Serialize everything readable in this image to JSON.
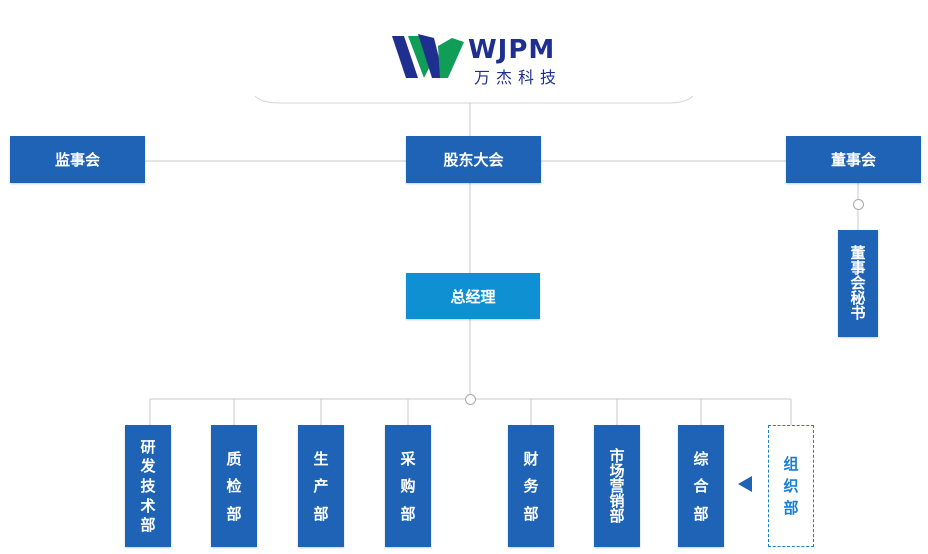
{
  "logo": {
    "brand": "WJPM",
    "name_cn": "万杰科技"
  },
  "top": {
    "supervisory": "监事会",
    "shareholders": "股东大会",
    "board": "董事会"
  },
  "board_secretary": [
    "董",
    "事",
    "会",
    "秘",
    "书"
  ],
  "general_manager": "总经理",
  "departments": [
    {
      "chars": [
        "研",
        "发",
        "技",
        "术",
        "部"
      ]
    },
    {
      "chars": [
        "质",
        "检",
        "部"
      ]
    },
    {
      "chars": [
        "生",
        "产",
        "部"
      ]
    },
    {
      "chars": [
        "采",
        "购",
        "部"
      ]
    },
    {
      "chars": [
        "财",
        "务",
        "部"
      ]
    },
    {
      "chars": [
        "市",
        "场",
        "营",
        "销",
        "部"
      ]
    },
    {
      "chars": [
        "综",
        "合",
        "部"
      ]
    },
    {
      "chars": [
        "组",
        "织",
        "部"
      ]
    }
  ],
  "colors": {
    "box": "#1e63b5",
    "gm": "#0e90d2",
    "highlight": "#1a7fd0",
    "logo_blue": "#1e2f8f",
    "logo_green": "#0f9d58"
  }
}
